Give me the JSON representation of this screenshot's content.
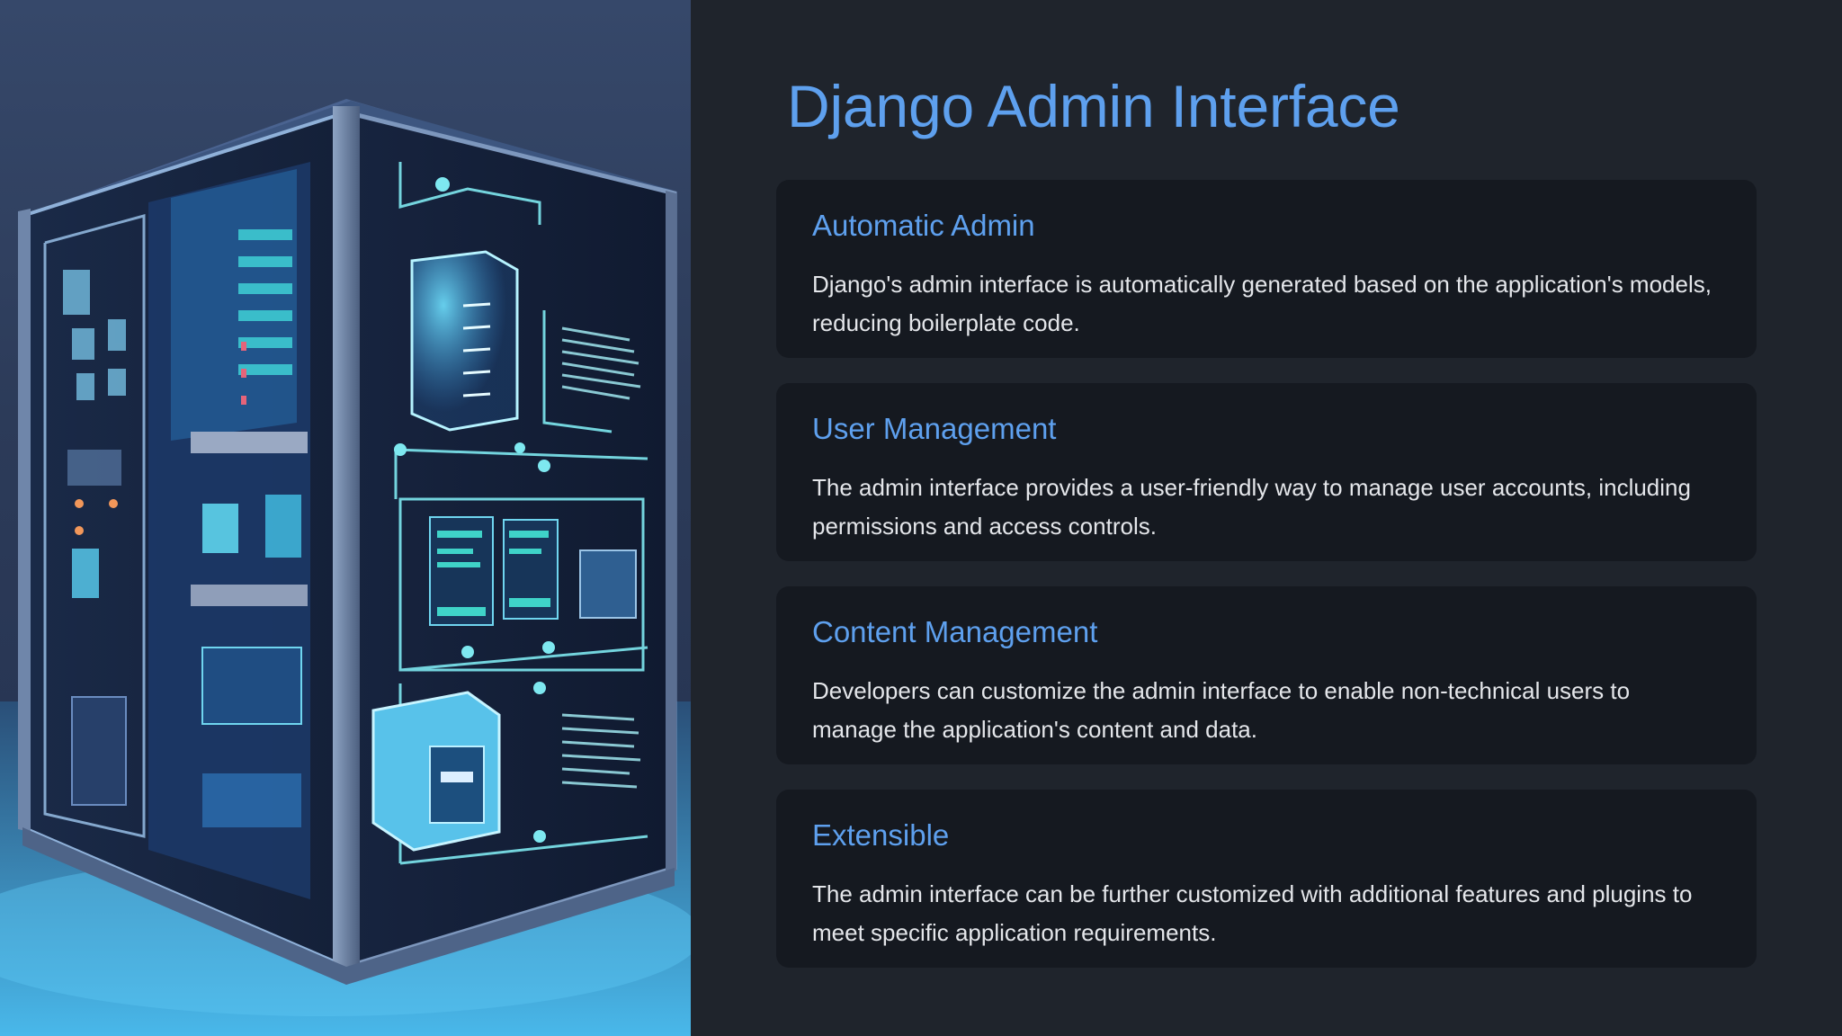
{
  "slide": {
    "title": "Django Admin Interface",
    "image": {
      "subject": "server-cabinet-illustration",
      "colors": {
        "background": "#2c3b59",
        "glow": "#3aa6d8",
        "circuit": "#7ee8f0"
      }
    },
    "cards": [
      {
        "title": "Automatic Admin",
        "body": "Django's admin interface is automatically generated based on the application's models, reducing boilerplate code."
      },
      {
        "title": "User Management",
        "body": "The admin interface provides a user-friendly way to manage user accounts, including permissions and access controls."
      },
      {
        "title": "Content Management",
        "body": "Developers can customize the admin interface to enable non-technical users to manage the application's content and data."
      },
      {
        "title": "Extensible",
        "body": "The admin interface can be further customized with additional features and plugins to meet specific application requirements."
      }
    ]
  },
  "colors": {
    "accent": "#5ea0ee",
    "background": "#1f242c",
    "card": "#151920",
    "text": "#e4e6ea"
  }
}
